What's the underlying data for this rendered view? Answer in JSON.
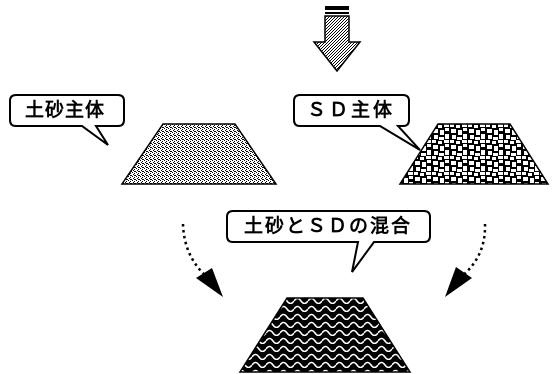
{
  "labels": {
    "soil_main": "土砂主体",
    "sd_main": "ＳＤ主体",
    "mixed": "土砂とＳＤの混合"
  },
  "colors": {
    "line": "#000000",
    "background": "#ffffff",
    "arrow_fill": "#b8b8b8"
  },
  "icons": {
    "top_arrow": "down-arrow-icon",
    "left_arrow": "curved-down-right-arrow-icon",
    "right_arrow": "curved-down-left-arrow-icon"
  }
}
